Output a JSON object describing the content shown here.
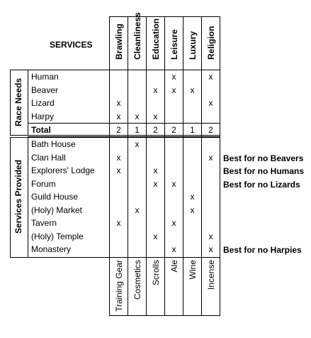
{
  "table": {
    "title": "SERVICES",
    "columns": [
      "Brawling",
      "Cleanliness",
      "Education",
      "Leisure",
      "Luxury",
      "Religion"
    ],
    "goods": [
      "Training Gear",
      "Cosmetics",
      "Scrolls",
      "Ale",
      "Wine",
      "Incense"
    ],
    "race_section_label": "Race Needs",
    "services_section_label": "Services Provided",
    "mark": "x",
    "races": [
      {
        "name": "Human",
        "marks": [
          0,
          0,
          0,
          1,
          0,
          1
        ]
      },
      {
        "name": "Beaver",
        "marks": [
          0,
          0,
          1,
          1,
          1,
          0
        ]
      },
      {
        "name": "Lizard",
        "marks": [
          1,
          0,
          0,
          0,
          0,
          1
        ]
      },
      {
        "name": "Harpy",
        "marks": [
          1,
          1,
          1,
          0,
          0,
          0
        ]
      }
    ],
    "total": {
      "label": "Total",
      "values": [
        "2",
        "1",
        "2",
        "2",
        "1",
        "2"
      ]
    },
    "services": [
      {
        "name": "Bath House",
        "marks": [
          0,
          1,
          0,
          0,
          0,
          0
        ],
        "note": ""
      },
      {
        "name": "Clan Hall",
        "marks": [
          1,
          0,
          0,
          0,
          0,
          1
        ],
        "note": "Best for no Beavers"
      },
      {
        "name": "Explorers' Lodge",
        "marks": [
          1,
          0,
          1,
          0,
          0,
          0
        ],
        "note": "Best for no Humans"
      },
      {
        "name": "Forum",
        "marks": [
          0,
          0,
          1,
          1,
          0,
          0
        ],
        "note": "Best for no Lizards"
      },
      {
        "name": "Guild House",
        "marks": [
          0,
          0,
          0,
          0,
          1,
          0
        ],
        "note": ""
      },
      {
        "name": "(Holy) Market",
        "marks": [
          0,
          1,
          0,
          0,
          1,
          0
        ],
        "note": ""
      },
      {
        "name": "Tavern",
        "marks": [
          1,
          0,
          0,
          1,
          0,
          0
        ],
        "note": ""
      },
      {
        "name": "(Holy) Temple",
        "marks": [
          0,
          0,
          1,
          0,
          0,
          1
        ],
        "note": ""
      },
      {
        "name": "Monastery",
        "marks": [
          0,
          0,
          0,
          1,
          0,
          1
        ],
        "note": "Best for no Harpies"
      }
    ]
  }
}
